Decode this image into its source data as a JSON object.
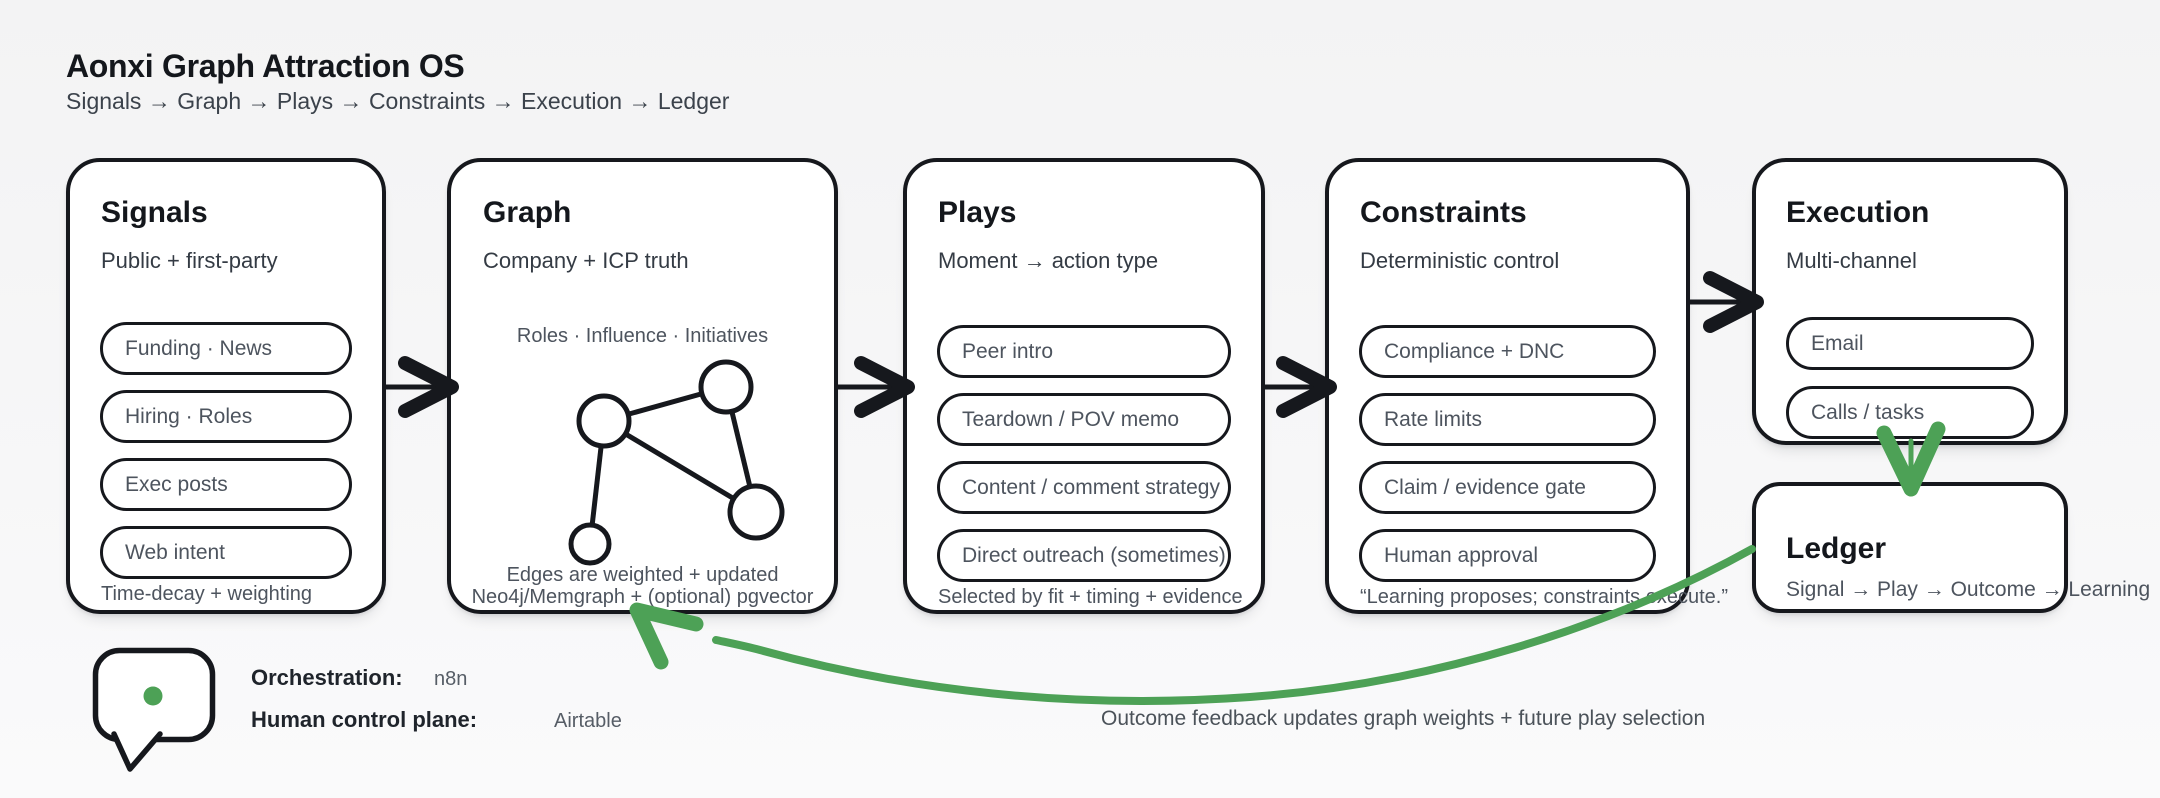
{
  "page": {
    "title": "Aonxi Graph Attraction OS",
    "subtitle": "Signals → Graph → Plays → Constraints → Execution → Ledger"
  },
  "colors": {
    "accent_green": "#4da156",
    "ink": "#16181d",
    "muted_text": "#4d545e"
  },
  "cards": {
    "signals": {
      "title": "Signals",
      "subtitle": "Public + first-party",
      "pills": [
        "Funding · News",
        "Hiring · Roles",
        "Exec posts",
        "Web intent"
      ],
      "footer": "Time-decay + weighting"
    },
    "graph": {
      "title": "Graph",
      "subtitle": "Company + ICP truth",
      "label": "Roles · Influence · Initiatives",
      "footer_line1": "Edges are weighted + updated",
      "footer_line2": "Neo4j/Memgraph + (optional) pgvector"
    },
    "plays": {
      "title": "Plays",
      "subtitle": "Moment → action type",
      "pills": [
        "Peer intro",
        "Teardown / POV memo",
        "Content / comment strategy",
        "Direct outreach (sometimes)"
      ],
      "footer": "Selected by fit + timing + evidence"
    },
    "constraints": {
      "title": "Constraints",
      "subtitle": "Deterministic control",
      "pills": [
        "Compliance + DNC",
        "Rate limits",
        "Claim / evidence gate",
        "Human approval"
      ],
      "footer": "“Learning proposes; constraints execute.”"
    },
    "execution": {
      "title": "Execution",
      "subtitle": "Multi-channel",
      "pills": [
        "Email",
        "Calls / tasks"
      ]
    },
    "ledger": {
      "title": "Ledger",
      "subtitle": "Signal → Play → Outcome → Learning"
    }
  },
  "feedback_note": "Outcome feedback updates graph weights + future play selection",
  "legend": {
    "orchestration_label": "Orchestration:",
    "orchestration_value": "n8n",
    "control_plane_label": "Human control plane:",
    "control_plane_value": "Airtable"
  }
}
